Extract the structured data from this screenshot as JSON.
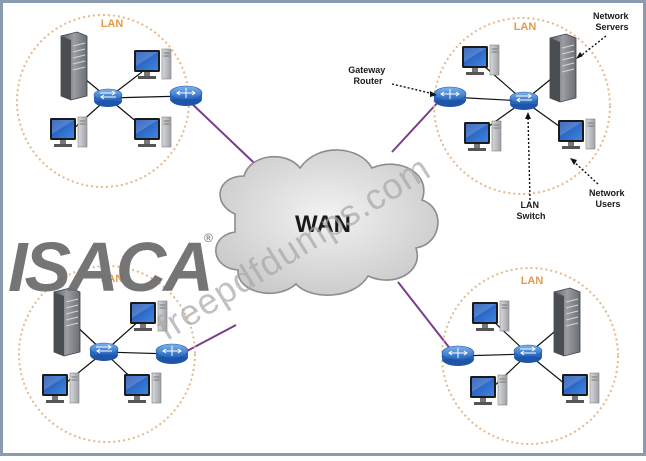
{
  "lan_label": "LAN",
  "wan_label": "WAN",
  "callouts": {
    "network_servers": [
      "Network",
      "Servers"
    ],
    "gateway_router": [
      "Gateway",
      "Router"
    ],
    "lan_switch": [
      "LAN",
      "Switch"
    ],
    "network_users": [
      "Network",
      "Users"
    ]
  },
  "watermarks": {
    "brand": "ISACA",
    "registered": "®",
    "site": "freepdfdumps.com"
  },
  "colors": {
    "frame": "#8a9bb0",
    "lan_ring": "#e3b98a",
    "lan_label": "#e59a4a",
    "link": "#7a3d8f",
    "device_blue": "#2a6fc9",
    "cloud": "#e6e6e6",
    "watermark": "#6e6e6e"
  }
}
